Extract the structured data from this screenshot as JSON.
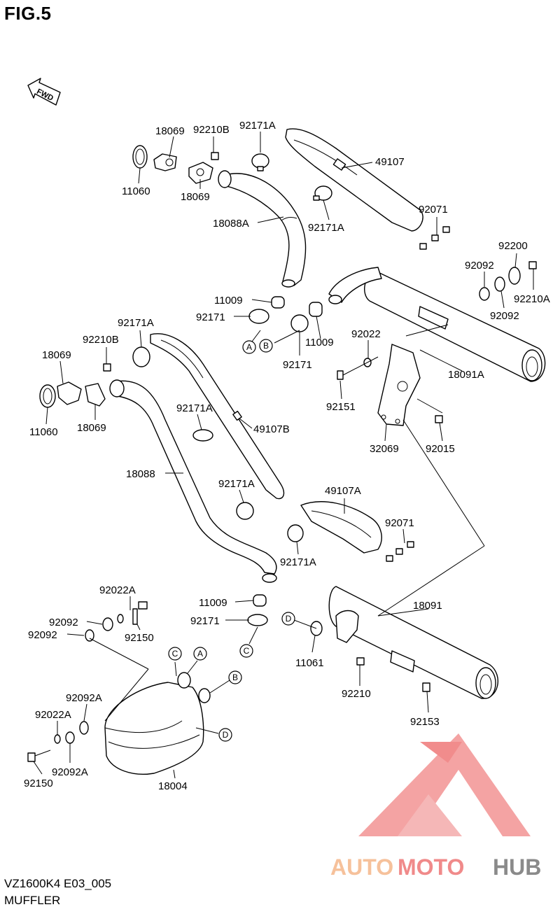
{
  "figure": {
    "title": "FIG.5",
    "fwd_label": "FWD"
  },
  "footer": {
    "model_code": "VZ1600K4 E03_005",
    "section_name": "MUFFLER"
  },
  "watermark": {
    "auto": "AUTO",
    "moto": "MOTO",
    "hub": "HUB",
    "colors": {
      "auto": "#f6c19b",
      "moto": "#f08a8a",
      "hub": "#8a8a8a",
      "logo": "#f06b6b"
    }
  },
  "part_labels": {
    "p18069_top": "18069",
    "p92210B_top": "92210B",
    "p92171A_top": "92171A",
    "p49107": "49107",
    "p11060_top": "11060",
    "p18069_top2": "18069",
    "p18088A": "18088A",
    "p92171A_mid1": "92171A",
    "p92071_top": "92071",
    "p92200": "92200",
    "p92092_top1": "92092",
    "p92210A": "92210A",
    "p92092_top2": "92092",
    "p11009_top": "11009",
    "p92171_top": "92171",
    "p11009_top2": "11009",
    "p92171_top2": "92171",
    "p92022": "92022",
    "p18091A": "18091A",
    "p92171A_left": "92171A",
    "p92210B_left": "92210B",
    "p18069_left": "18069",
    "p11060_left": "11060",
    "p18069_left2": "18069",
    "p92151": "92151",
    "p92171A_mid2": "92171A",
    "p49107B": "49107B",
    "p32069": "32069",
    "p92015": "92015",
    "p18088": "18088",
    "p92171A_mid3": "92171A",
    "p49107A": "49107A",
    "p92071_mid": "92071",
    "p92171A_mid4": "92171A",
    "p92022A_top": "92022A",
    "p11009_bot": "11009",
    "p18091": "18091",
    "p92092_bot1": "92092",
    "p92150_top": "92150",
    "p92171_bot": "92171",
    "p92092_bot2": "92092",
    "p11061": "11061",
    "p92210": "92210",
    "p92092A_top": "92092A",
    "p92022A_bot": "92022A",
    "p92153": "92153",
    "p92150_bot": "92150",
    "p92092A_bot": "92092A",
    "p18004": "18004"
  },
  "callouts": {
    "a_top": "A",
    "b_top": "B",
    "c_mid": "C",
    "d_mid": "D",
    "c_muff": "C",
    "a_muff": "A",
    "b_muff": "B",
    "d_muff": "D"
  }
}
